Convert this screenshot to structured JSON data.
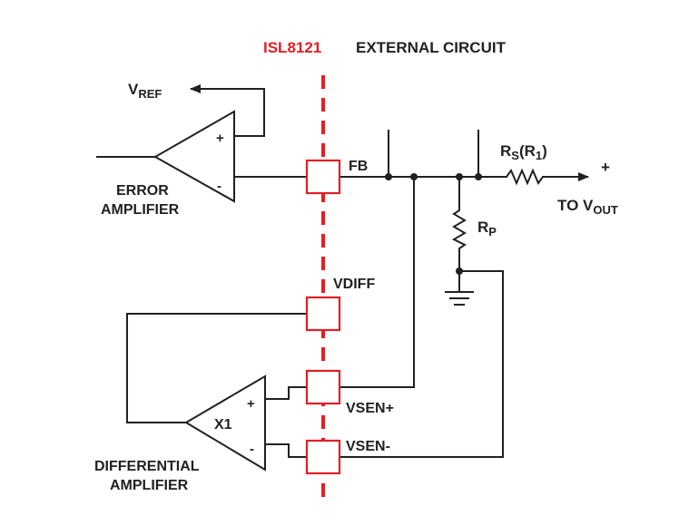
{
  "labels": {
    "chip_name": "ISL8121",
    "external_circuit": "EXTERNAL CIRCUIT",
    "vref_main": "V",
    "vref_sub": "REF",
    "error_amp_line1": "ERROR",
    "error_amp_line2": "AMPLIFIER",
    "diff_amp_line1": "DIFFERENTIAL",
    "diff_amp_line2": "AMPLIFIER",
    "diff_amp_gain": "X1",
    "fb": "FB",
    "vdiff": "VDIFF",
    "vsen_plus": "VSEN+",
    "vsen_minus": "VSEN-",
    "rs_r": "R",
    "rs_sub": "S",
    "rs_paren_open": "(R",
    "rs_paren_sub": "1",
    "rs_paren_close": ")",
    "rp_r": "R",
    "rp_sub": "P",
    "vout_plus": "+",
    "to_vout_main": "TO V",
    "to_vout_sub": "OUT",
    "plus_sign": "+",
    "minus_sign": "-"
  },
  "colors": {
    "boundary": "#e31e24",
    "wire": "#231f20",
    "background": "#ffffff"
  }
}
